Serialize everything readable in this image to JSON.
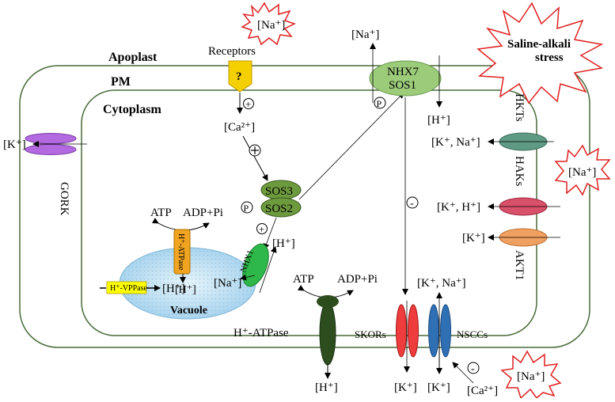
{
  "regions": {
    "apoplast": "Apoplast",
    "pm": "PM",
    "cytoplasm": "Cytoplasm",
    "vacuole": "Vacuole"
  },
  "stress": {
    "na_top": "[Na⁺]",
    "na_right": "[Na⁺]",
    "na_bottom": "[Na⁺]",
    "saline_line1": "Saline-alkali",
    "saline_line2": "stress"
  },
  "receptor": {
    "label": "Receptors",
    "symbol": "?"
  },
  "signals": {
    "ca_cyto": "[Ca²⁺]",
    "plus": "+",
    "minus": "-",
    "p": "P",
    "ca_bottom": "[Ca²⁺]"
  },
  "proteins": {
    "sos3": "SOS3",
    "sos2": "SOS2",
    "nhx7": "NHX7",
    "sos1": "SOS1",
    "nhx1": "NHX1",
    "h_atpase_vac": "H⁺-ATPase",
    "h_vppase": "H⁺-VPPase",
    "h_atpase_pm": "H⁺-ATPase",
    "gork": "GORK",
    "hkts": "HKTs",
    "haks": "HAKs",
    "akt1": "AKT1",
    "skors": "SKORs",
    "nsccs": "NSCCs"
  },
  "ions": {
    "k_gork": "[K⁺]",
    "na_top_out": "[Na⁺]",
    "h_in_sos1": "[H⁺]",
    "k_na_hkt": "[K⁺, Na⁺]",
    "k_h_hak": "[K⁺, H⁺]",
    "k_akt": "[K⁺]",
    "h_vac_atp": "[H⁺]",
    "h_vppase": "[H⁺]",
    "h_nhx1": "[H⁺]",
    "na_nhx1": "[Na⁺]",
    "k_na_nscc": "[K⁺, Na⁺]",
    "h_pm_out": "[H⁺]",
    "k_skor": "[K⁺]",
    "k_nscc": "[K⁺]"
  },
  "energy": {
    "atp_vac": "ATP",
    "adp_vac": "ADP+Pi",
    "atp_pm": "ATP",
    "adp_pm": "ADP+Pi"
  },
  "colors": {
    "membrane": "#4a6b3a",
    "receptor": "#f5d000",
    "sos": "#6e9a3e",
    "nhx7_sos1": "#9ccc7a",
    "nhx1": "#2fb84a",
    "gork": "#b36ae0",
    "hkt": "#5f9a84",
    "hak": "#d9506a",
    "akt": "#f0a060",
    "skor": "#ef3c3c",
    "nscc": "#2f6fb3",
    "h_atpase": "#2d4d1f",
    "vac_atpase": "#f0a420",
    "vppase": "#ffff00",
    "vacuole": "#c8e6f5",
    "star_outline": "#e02020"
  }
}
